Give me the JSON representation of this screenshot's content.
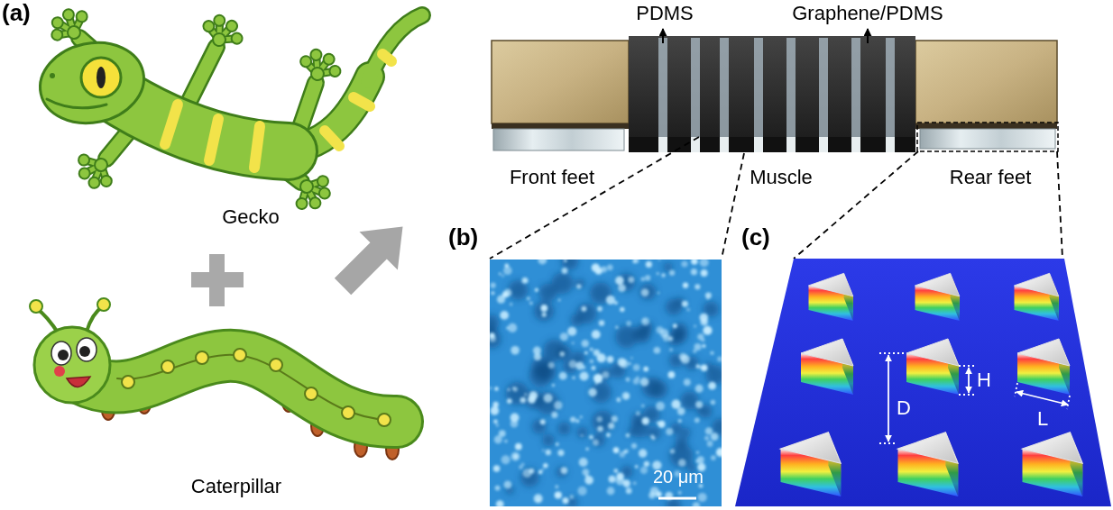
{
  "diagram": {
    "labels": [
      "(a)",
      "PDMS",
      "Graphene/PDMS",
      "Gecko",
      "Front feet",
      "Muscle",
      "Rear feet",
      "Caterpillar",
      "(b)",
      "(c)",
      "H",
      "D",
      "L",
      "20 μm"
    ]
  }
}
